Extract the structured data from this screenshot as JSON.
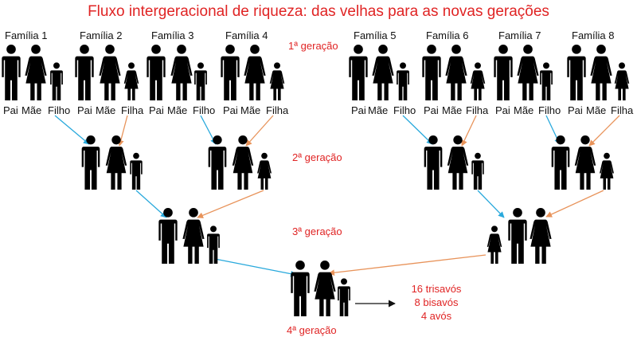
{
  "title": "Fluxo intergeracional de riqueza: das velhas para as novas gerações",
  "families": [
    "Família 1",
    "Família 2",
    "Família 3",
    "Família 4",
    "Família 5",
    "Família 6",
    "Família 7",
    "Família 8"
  ],
  "member_labels": [
    [
      "Pai",
      "Mãe",
      "Filho"
    ],
    [
      "Pai",
      "Mãe",
      "Filha"
    ],
    [
      "Pai",
      "Mãe",
      "Filho"
    ],
    [
      "Pai",
      "Mãe",
      "Filha"
    ],
    [
      "Pai",
      "Mãe",
      "Filho"
    ],
    [
      "Pai",
      "Mãe",
      "Filha"
    ],
    [
      "Pai",
      "Mãe",
      "Filho"
    ],
    [
      "Pai",
      "Mãe",
      "Filha"
    ]
  ],
  "generations": [
    "1ª geração",
    "2ª geração",
    "3ª geração",
    "4ª geração"
  ],
  "summary": [
    "16 trisavós",
    "8 bisavós",
    "4 avós"
  ],
  "colors": {
    "title": "#e02424",
    "son_arrow": "#29a9dc",
    "daughter_arrow": "#e8935a",
    "figure": "#000000"
  }
}
